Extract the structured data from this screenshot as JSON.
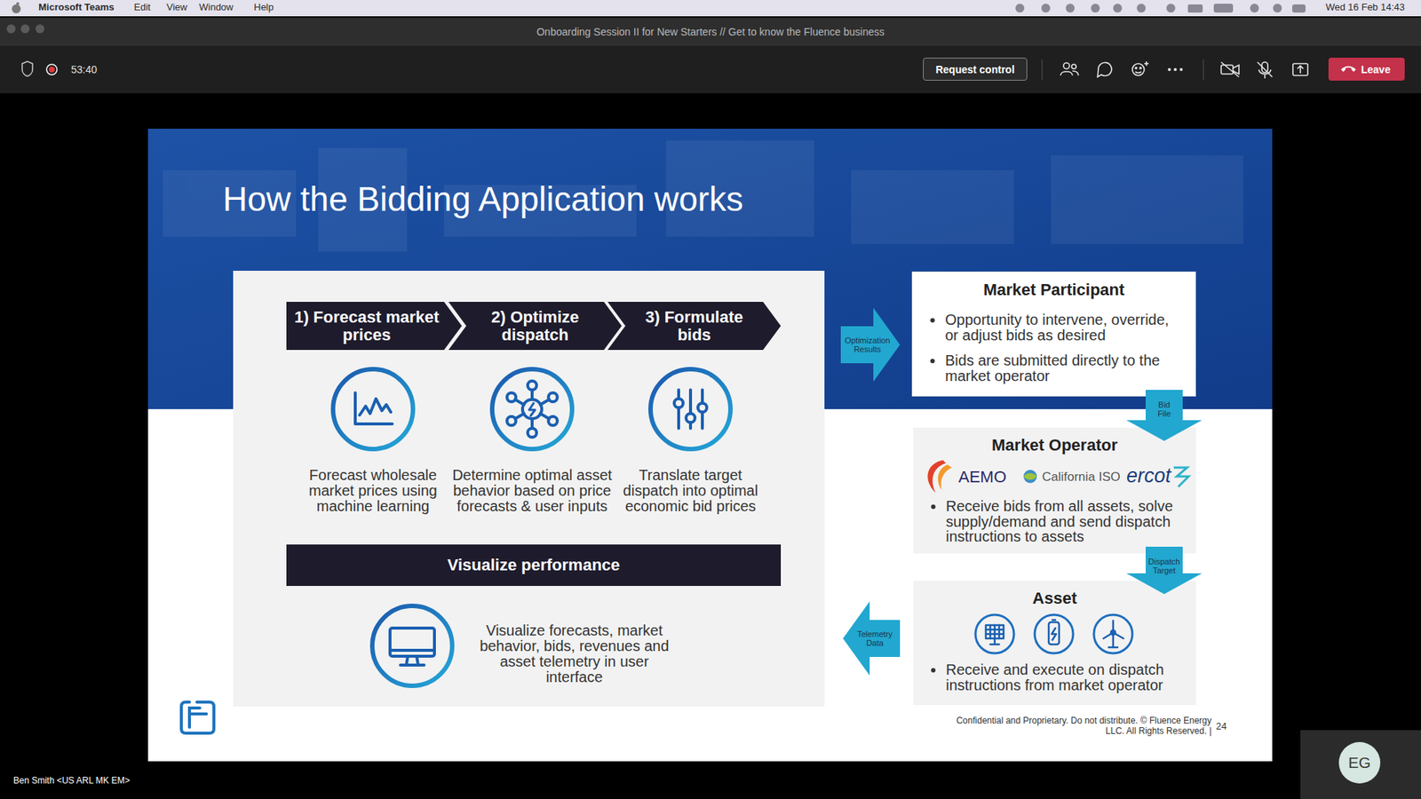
{
  "diagram": {
    "title": "How the Bidding Application works",
    "nodes": [
      {
        "text": [
          "Request control"
        ]
      },
      {
        "text": [
          "Leave"
        ]
      },
      {
        "text": [
          "1) Forecast market prices",
          "Forecast wholesale market prices using machine learning"
        ]
      },
      {
        "text": [
          "2) Optimize dispatch",
          "Determine optimal asset behavior based on price forecasts & user inputs"
        ]
      },
      {
        "text": [
          "3) Formulate bids",
          "Translate target dispatch into optimal economic bid prices"
        ]
      },
      {
        "text": [
          "Visualize performance",
          "Visualize forecasts, market behavior, bids, revenues and asset telemetry in user interface"
        ]
      },
      {
        "text": [
          "Market Participant",
          "Opportunity to intervene, override, or adjust bids as desired",
          "Bids are submitted directly to the market operator"
        ]
      },
      {
        "text": [
          "Market Operator",
          "Receive bids from all assets, solve supply/demand and send dispatch instructions to assets"
        ]
      },
      {
        "text": [
          "Asset",
          "Receive and execute on dispatch instructions from market operator"
        ]
      },
      {
        "text": [
          "EG"
        ]
      }
    ],
    "edges": [
      {
        "from": 4,
        "to": 6,
        "label": "Optimization Results",
        "arrow": "to"
      },
      {
        "from": 6,
        "to": 7,
        "label": "Bid File",
        "arrow": "to"
      },
      {
        "from": 7,
        "to": 8,
        "label": "Dispatch Target",
        "arrow": "to"
      },
      {
        "from": 8,
        "to": 5,
        "label": "Telemetry Data",
        "arrow": "to"
      }
    ],
    "labels": [
      "Microsoft Teams",
      "Edit",
      "View",
      "Window",
      "Help",
      "Wed 16 Feb 14:43",
      "Onboarding Session II for New Starters // Get to know the Fluence business",
      "53:40",
      "AEMO",
      "California ISO",
      "ercot",
      "Confidential and Proprietary. Do not distribute. © Fluence Energy LLC. All Rights Reserved. |",
      "24",
      "Ben Smith <US ARL MK EM>"
    ]
  }
}
